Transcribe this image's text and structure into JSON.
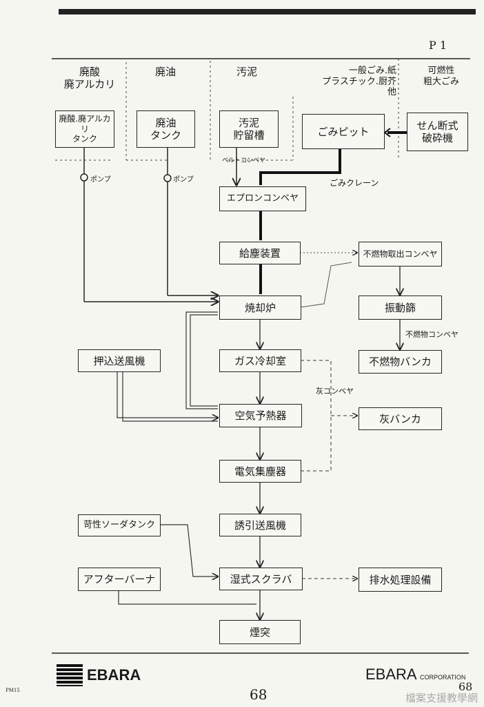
{
  "page_number": "P 1",
  "headers": [
    {
      "id": "acid",
      "text": "廃酸\n廃アルカリ"
    },
    {
      "id": "oil",
      "text": "廃油"
    },
    {
      "id": "sludge",
      "text": "汚泥"
    },
    {
      "id": "general",
      "text": "一般ごみ.紙\nプラスチック.厨芥\n他"
    },
    {
      "id": "bulky",
      "text": "可燃性\n粗大ごみ"
    }
  ],
  "boxes": {
    "acid_tank": "廃酸.廃アルカリ\nタンク",
    "oil_tank": "廃油\nタンク",
    "sludge_tank": "汚泥\n貯留槽",
    "refuse_pit": "ごみピット",
    "shredder": "せん断式\n破砕機",
    "apron_conveyor": "エプロンコンベヤ",
    "feeder": "給塵装置",
    "incinerator": "焼却炉",
    "gas_cooler": "ガス冷却室",
    "air_preheater": "空気予熱器",
    "electrostatic_precipitator": "電気集塵器",
    "induced_fan": "誘引送風機",
    "wet_scrubber": "湿式スクラバ",
    "chimney": "煙突",
    "noncombustible_conveyor": "不燃物取出コンベヤ",
    "vibrating_screen": "振動篩",
    "noncombustible_bunker": "不燃物バンカ",
    "ash_bunker": "灰バンカ",
    "forced_fan": "押込送風機",
    "caustic_tank": "苛性ソーダタンク",
    "afterburner": "アフターバーナ",
    "wastewater": "排水処理設備"
  },
  "labels": {
    "pump1": "ポンプ",
    "pump2": "ポンプ",
    "belt_conveyor": "ベルトコンベヤ",
    "crane": "ごみクレーン",
    "noncomb_conveyor": "不燃物コンベヤ",
    "ash_conveyor": "灰コンベヤ"
  },
  "footer": {
    "logo_left": "EBARA",
    "logo_right": "EBARA",
    "logo_right_suffix": "CORPORATION",
    "page_mark": "68",
    "page_mark_corner": "68",
    "watermark": "檔案支援教學網",
    "code": "PM15"
  }
}
